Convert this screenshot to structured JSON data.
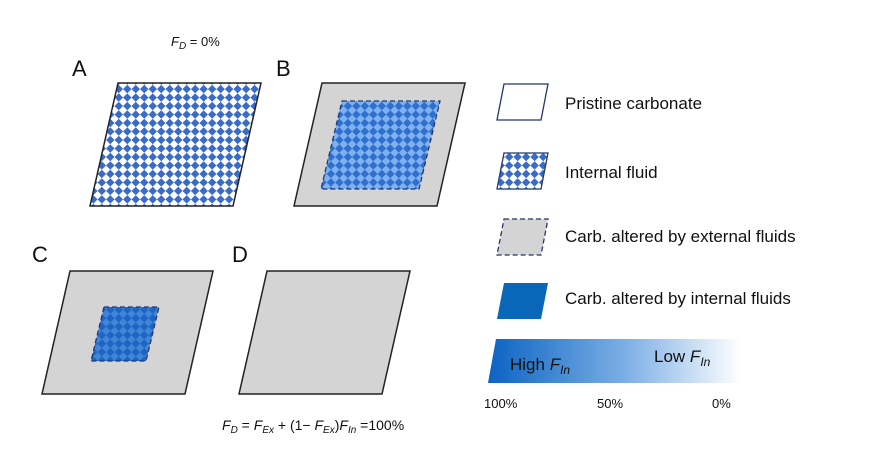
{
  "panels": {
    "a": {
      "letter": "A",
      "fd_label": {
        "var": "F",
        "sub": "D",
        "rest": " = 0%"
      }
    },
    "b": {
      "letter": "B"
    },
    "c": {
      "letter": "C"
    },
    "d": {
      "letter": "D"
    }
  },
  "formula": {
    "p1": "F",
    "s1": "D",
    "p2": " = ",
    "p3": "F",
    "s3": "Ex",
    "p4": " + (1− ",
    "p5": "F",
    "s5": "Ex",
    "p6": ")",
    "p7": "F",
    "s7": "In",
    "p8": " =100%"
  },
  "legend": {
    "items": [
      {
        "label": "Pristine carbonate",
        "swatch": "pristine"
      },
      {
        "label": "Internal fluid",
        "swatch": "internal-fluid"
      },
      {
        "label": "Carb. altered by external fluids",
        "swatch": "external-altered"
      },
      {
        "label": "Carb. altered by internal fluids",
        "swatch": "internal-altered"
      }
    ]
  },
  "gradient_bar": {
    "high_text": "High ",
    "high_var": "F",
    "high_sub": "In",
    "low_text": "Low ",
    "low_var": "F",
    "low_sub": "In",
    "ticks": [
      "100%",
      "50%",
      "0%"
    ]
  },
  "colors": {
    "blue": "#2f6fd0",
    "dark_blue": "#0a66b8",
    "gray": "#d4d4d4",
    "outline": "#222222",
    "navy_outline": "#24366b"
  }
}
